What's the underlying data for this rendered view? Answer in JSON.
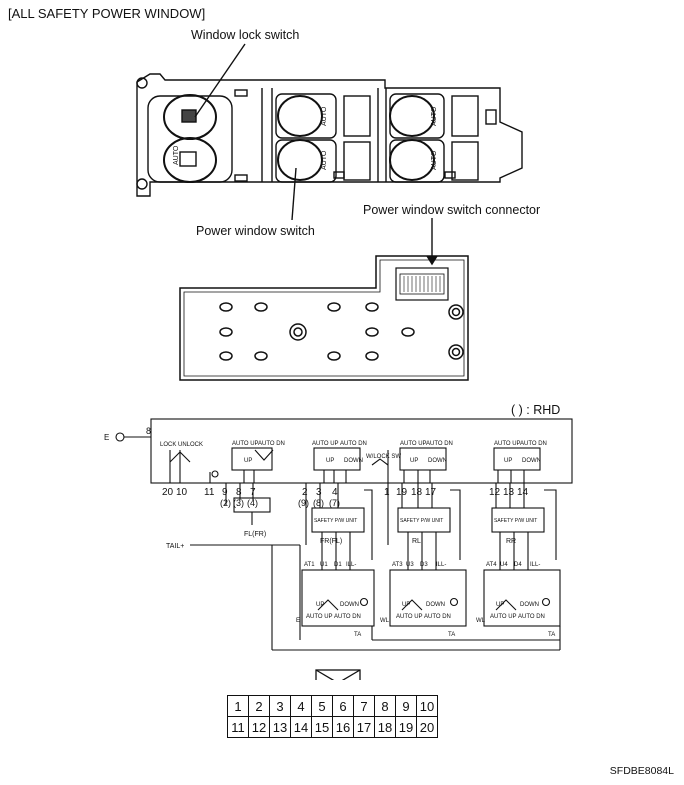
{
  "header": "[ALL SAFETY POWER WINDOW]",
  "callouts": {
    "window_lock_switch": "Window lock switch",
    "power_window_switch": "Power window switch",
    "power_window_switch_connector": "Power window switch connector"
  },
  "rhd_note": "(   ) : RHD",
  "switch_text": {
    "auto": "AUTO"
  },
  "schematic": {
    "left_terminal_label": "E",
    "terminal_8_label": "8",
    "lock_label": "LOCK",
    "unlock_label": "UNLOCK",
    "auto_up": "AUTO UP",
    "auto_dn": "AUTO DN",
    "up": "UP",
    "down": "DOWN",
    "wlock_sw": "W/LOCK SW",
    "safety_unit": "SAFETY P/W UNIT",
    "fl_label": "FL(FR)",
    "fr_label": "FR(FL)",
    "rl_label": "RL",
    "rr_label": "RR",
    "tail_label": "TAIL+",
    "ill_label": "ILL-",
    "ta_label": "TA",
    "wl_label": "WL",
    "e_label": "E",
    "pin_group_1": [
      "20",
      "10",
      "11",
      "9",
      "8",
      "7"
    ],
    "pin_group_1_rhd": [
      "(2)",
      "(3)",
      "(4)"
    ],
    "pin_group_2": [
      "2",
      "3",
      "4"
    ],
    "pin_group_2_rhd": [
      "(9)",
      "(8)",
      "(7)"
    ],
    "pin_group_3": [
      "1",
      "19",
      "18",
      "17"
    ],
    "pin_group_4": [
      "12",
      "13",
      "14"
    ],
    "sub_labels": [
      "AT1",
      "U1",
      "D1",
      "AT3",
      "U3",
      "D3",
      "AT4",
      "U4",
      "D4"
    ]
  },
  "connector_pins": {
    "row1": [
      "1",
      "2",
      "3",
      "4",
      "5",
      "6",
      "7",
      "8",
      "9",
      "10"
    ],
    "row2": [
      "11",
      "12",
      "13",
      "14",
      "15",
      "16",
      "17",
      "18",
      "19",
      "20"
    ]
  },
  "reference_code": "SFDBE8084L"
}
